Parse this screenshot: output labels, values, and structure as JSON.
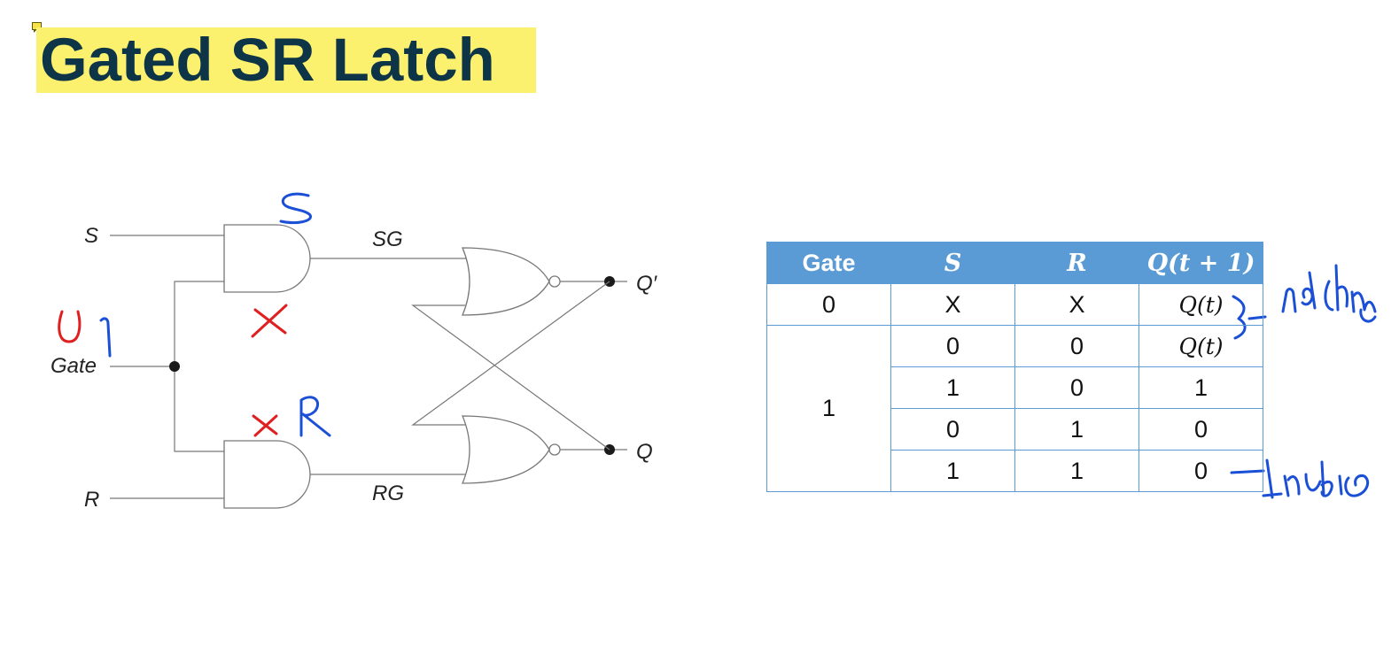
{
  "title": "Gated SR Latch",
  "circuit": {
    "input_s": "S",
    "input_gate": "Gate",
    "input_r": "R",
    "wire_sg": "SG",
    "wire_rg": "RG",
    "output_qprime": "Q′",
    "output_q": "Q"
  },
  "truth_table": {
    "headers": [
      "Gate",
      "S",
      "R",
      "Q(t + 1)"
    ],
    "rows": [
      [
        "0",
        "X",
        "X",
        "Q(t)"
      ],
      [
        "1",
        "0",
        "0",
        "Q(t)"
      ],
      [
        "",
        "1",
        "0",
        "1"
      ],
      [
        "",
        "0",
        "1",
        "0"
      ],
      [
        "",
        "1",
        "1",
        "0"
      ]
    ]
  },
  "ink_colors": {
    "blue": "#1b4fd6",
    "red": "#e02020"
  },
  "header_color": "#5b9bd5",
  "title_highlight": "#fbf16e"
}
